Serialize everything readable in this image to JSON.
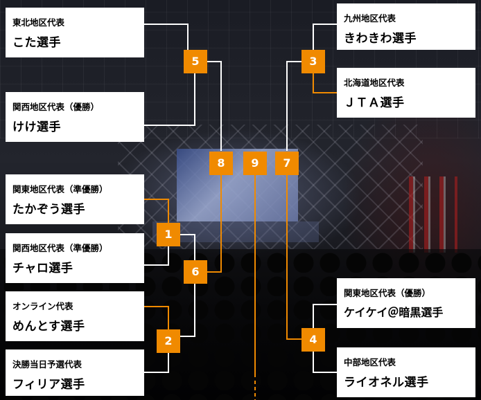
{
  "colors": {
    "accent": "#f08a00",
    "connector": "#ffffff",
    "card": "#ffffff"
  },
  "players": {
    "p1": {
      "region": "東北地区代表",
      "name": "こた選手"
    },
    "p2": {
      "region": "関西地区代表（優勝）",
      "name": "けけ選手"
    },
    "p3": {
      "region": "関東地区代表（準優勝）",
      "name": "たかぞう選手"
    },
    "p4": {
      "region": "関西地区代表（準優勝）",
      "name": "チャロ選手"
    },
    "p5": {
      "region": "オンライン代表",
      "name": "めんとす選手"
    },
    "p6": {
      "region": "決勝当日予選代表",
      "name": "フィリア選手"
    },
    "p7": {
      "region": "九州地区代表",
      "name": "きわきわ選手"
    },
    "p8": {
      "region": "北海道地区代表",
      "name": "ＪＴＡ選手"
    },
    "p9": {
      "region": "関東地区代表（優勝）",
      "name": "ケイケイ＠暗黒選手"
    },
    "p10": {
      "region": "中部地区代表",
      "name": "ライオネル選手"
    }
  },
  "matches": {
    "m1": "1",
    "m2": "2",
    "m3": "3",
    "m4": "4",
    "m5": "5",
    "m6": "6",
    "m7": "7",
    "m8": "8",
    "m9": "9"
  }
}
